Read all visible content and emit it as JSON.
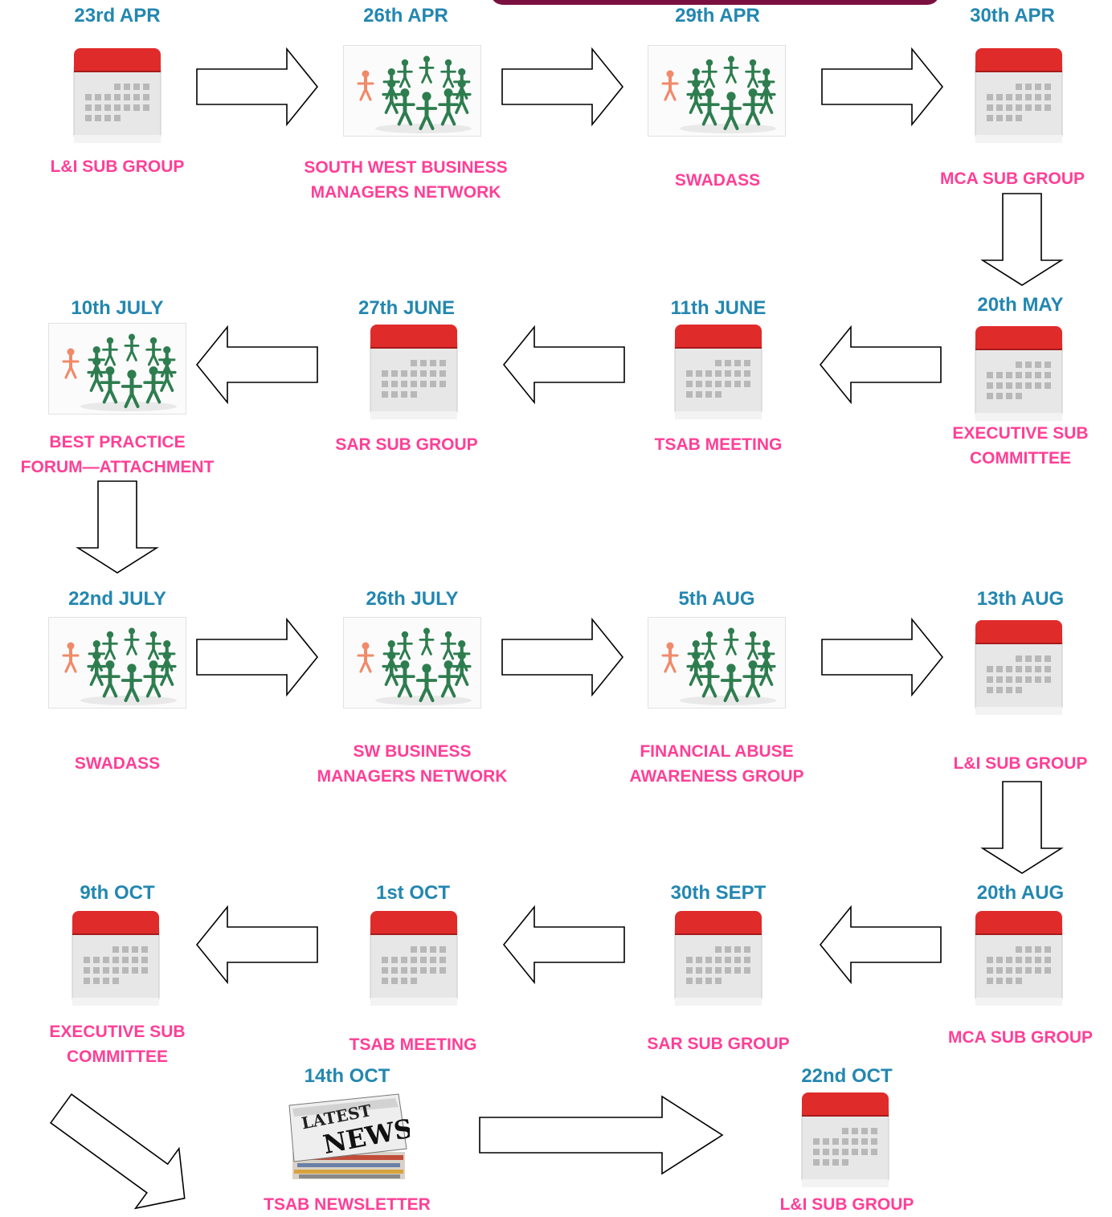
{
  "colors": {
    "date": "#2387b0",
    "label": "#ff3f96",
    "calendar_header": "#e02b2b",
    "people": "#2e7d4f",
    "person_odd": "#f08a6a"
  },
  "events": [
    {
      "date": "23rd APR",
      "label": [
        "L&I SUB GROUP"
      ],
      "icon": "calendar-icon"
    },
    {
      "date": "26th APR",
      "label": [
        "SOUTH WEST BUSINESS",
        "MANAGERS NETWORK"
      ],
      "icon": "people-circle-icon"
    },
    {
      "date": "29th APR",
      "label": [
        "SWADASS"
      ],
      "icon": "people-circle-icon"
    },
    {
      "date": "30th APR",
      "label": [
        "MCA SUB GROUP"
      ],
      "icon": "calendar-icon"
    },
    {
      "date": "20th MAY",
      "label": [
        "EXECUTIVE SUB",
        "COMMITTEE"
      ],
      "icon": "calendar-icon"
    },
    {
      "date": "11th JUNE",
      "label": [
        "TSAB MEETING"
      ],
      "icon": "calendar-icon"
    },
    {
      "date": "27th JUNE",
      "label": [
        "SAR SUB GROUP"
      ],
      "icon": "calendar-icon"
    },
    {
      "date": "10th JULY",
      "label": [
        "BEST PRACTICE",
        "FORUM—ATTACHMENT"
      ],
      "icon": "people-circle-icon"
    },
    {
      "date": "22nd JULY",
      "label": [
        "SWADASS"
      ],
      "icon": "people-circle-icon"
    },
    {
      "date": "26th JULY",
      "label": [
        "SW BUSINESS",
        "MANAGERS NETWORK"
      ],
      "icon": "people-circle-icon"
    },
    {
      "date": "5th AUG",
      "label": [
        "FINANCIAL ABUSE",
        "AWARENESS GROUP"
      ],
      "icon": "people-circle-icon"
    },
    {
      "date": "13th AUG",
      "label": [
        "L&I SUB GROUP"
      ],
      "icon": "calendar-icon"
    },
    {
      "date": "20th AUG",
      "label": [
        "MCA SUB GROUP"
      ],
      "icon": "calendar-icon"
    },
    {
      "date": "30th SEPT",
      "label": [
        "SAR SUB GROUP"
      ],
      "icon": "calendar-icon"
    },
    {
      "date": "1st OCT",
      "label": [
        "TSAB MEETING"
      ],
      "icon": "calendar-icon"
    },
    {
      "date": "9th OCT",
      "label": [
        "EXECUTIVE SUB",
        "COMMITTEE"
      ],
      "icon": "calendar-icon"
    },
    {
      "date": "14th OCT",
      "label": [
        "TSAB NEWSLETTER"
      ],
      "icon": "newspaper-icon",
      "icon_text": [
        "LATEST",
        "NEWS"
      ]
    },
    {
      "date": "22nd OCT",
      "label": [
        "L&I SUB GROUP"
      ],
      "icon": "calendar-icon"
    }
  ]
}
